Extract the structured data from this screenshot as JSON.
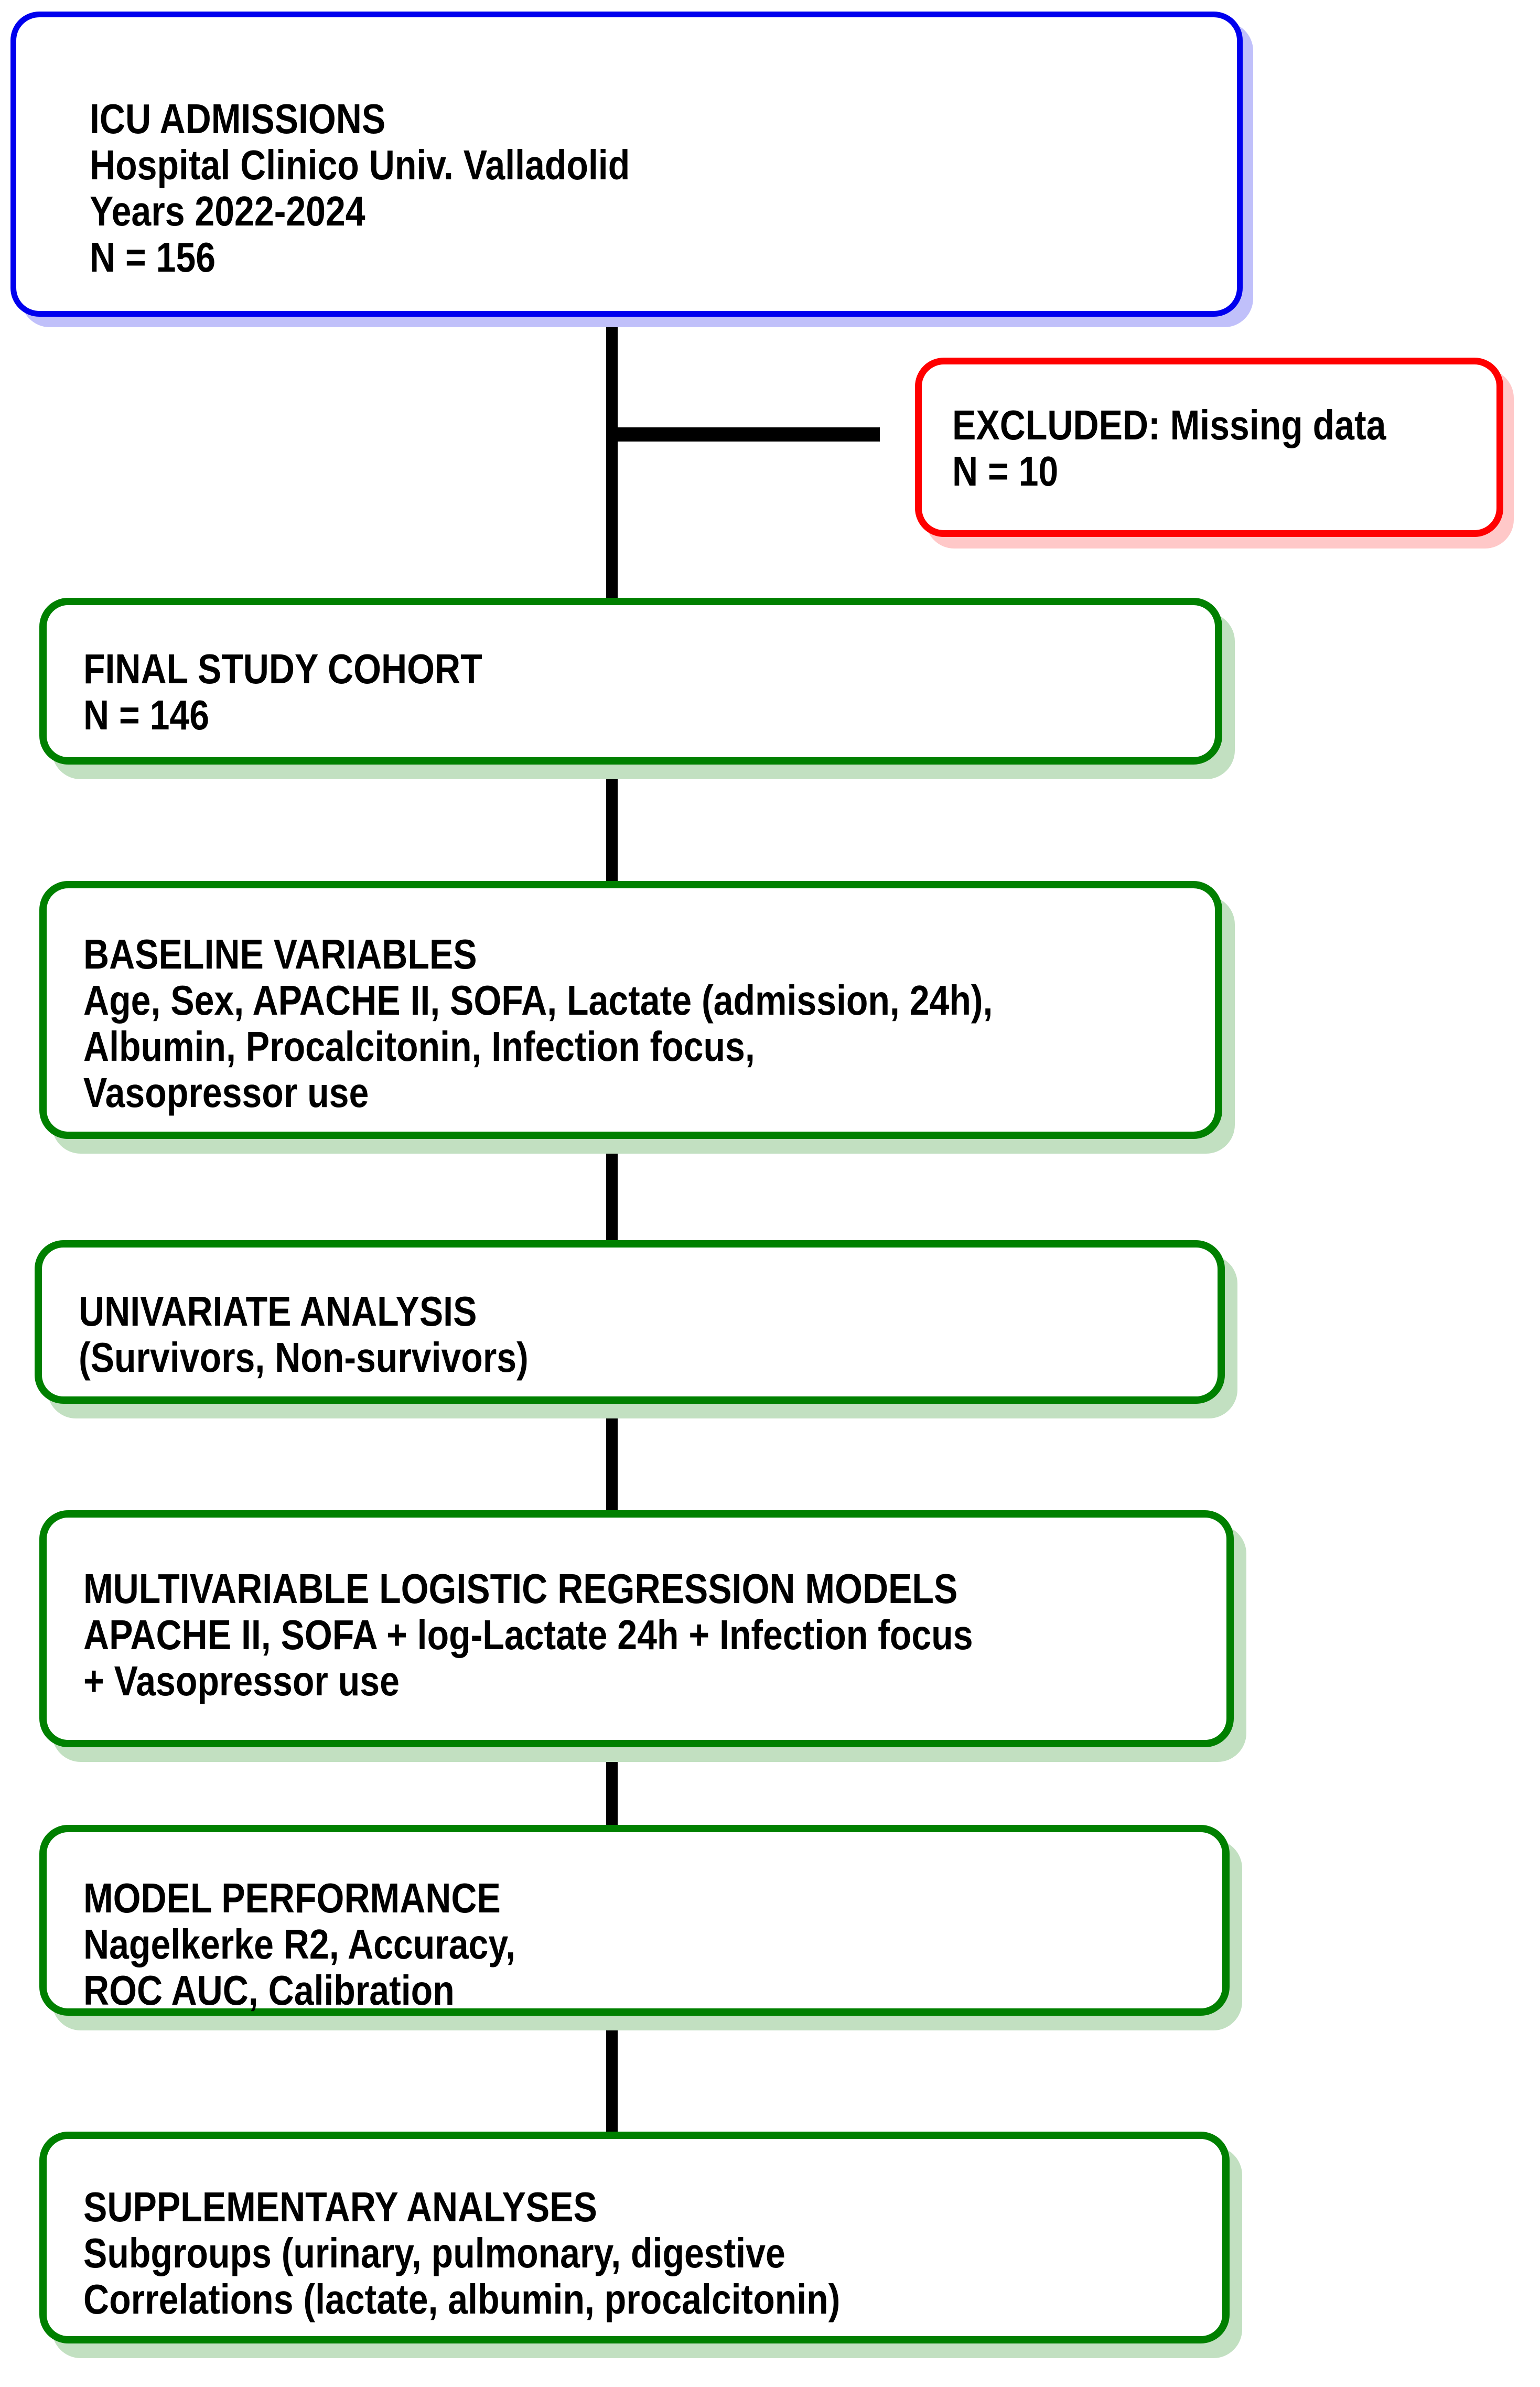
{
  "colors": {
    "blue_border": "#0000ee",
    "blue_shadow": "#c0c0fa",
    "red_border": "#ff0000",
    "red_shadow": "#ffc8c8",
    "green_border": "#008000",
    "green_shadow": "#c2e0c1",
    "connector": "#000000",
    "text": "#000000"
  },
  "boxes": {
    "icu": {
      "lines": [
        "ICU ADMISSIONS",
        "Hospital Clinico Univ. Valladolid",
        "Years 2022-2024",
        "N = 156"
      ]
    },
    "excluded": {
      "lines": [
        "EXCLUDED: Missing data",
        "N = 10"
      ]
    },
    "cohort": {
      "lines": [
        "FINAL STUDY COHORT",
        "N = 146"
      ]
    },
    "baseline": {
      "lines": [
        "BASELINE VARIABLES",
        "Age, Sex, APACHE II, SOFA, Lactate (admission, 24h),",
        "Albumin, Procalcitonin, Infection focus,",
        "Vasopressor use"
      ]
    },
    "univariate": {
      "lines": [
        "UNIVARIATE ANALYSIS",
        "(Survivors, Non-survivors)"
      ]
    },
    "multivariable": {
      "lines": [
        "MULTIVARIABLE LOGISTIC REGRESSION MODELS",
        "APACHE II, SOFA + log-Lactate 24h + Infection focus",
        "+ Vasopressor use"
      ]
    },
    "performance": {
      "lines": [
        "MODEL PERFORMANCE",
        "Nagelkerke R2, Accuracy,",
        "ROC AUC, Calibration"
      ]
    },
    "supplementary": {
      "lines": [
        "SUPPLEMENTARY ANALYSES",
        "Subgroups (urinary, pulmonary, digestive",
        "Correlations (lactate, albumin, procalcitonin)"
      ]
    }
  }
}
